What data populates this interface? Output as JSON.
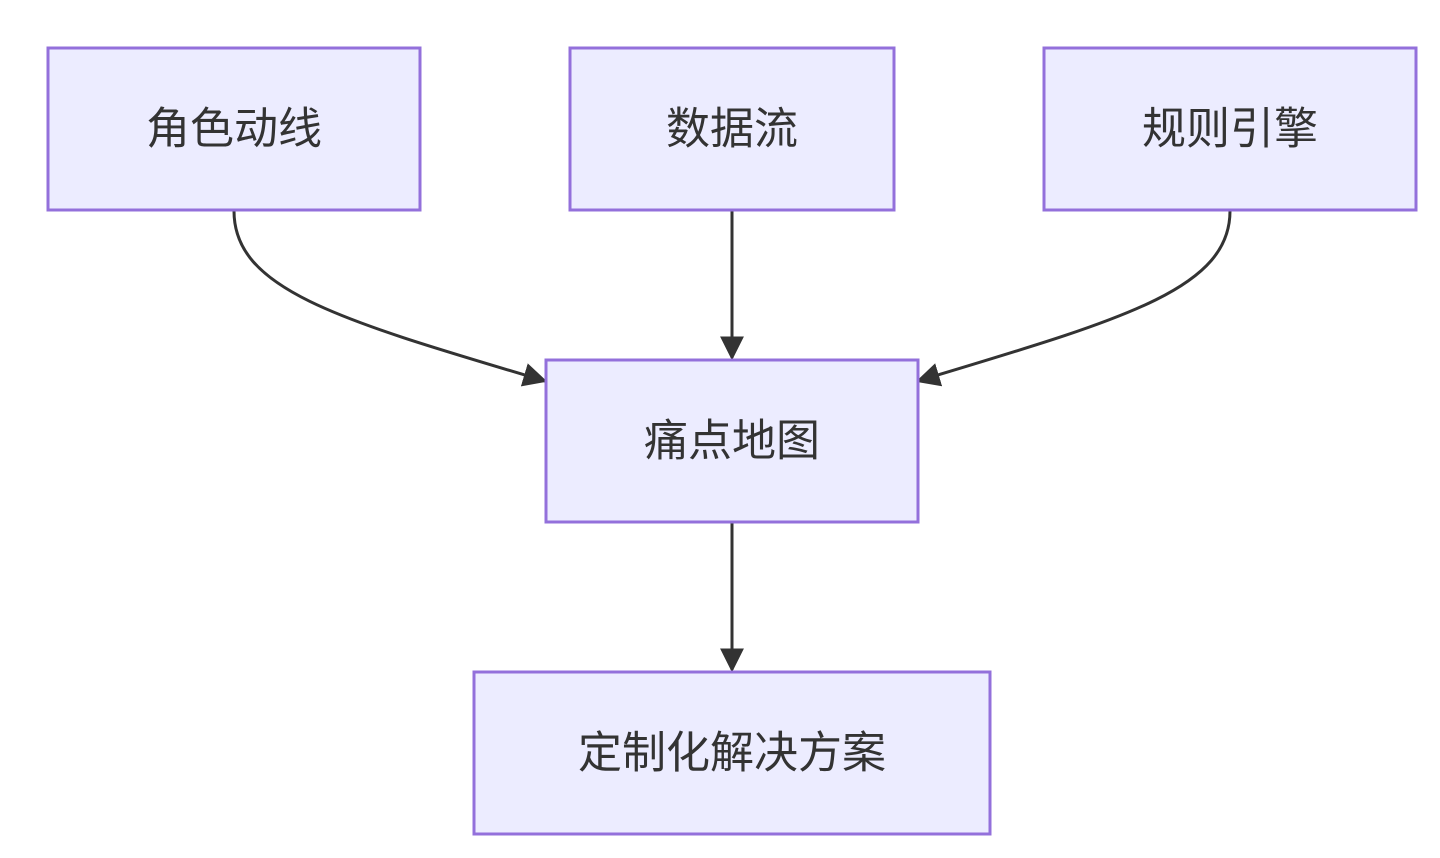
{
  "diagram": {
    "type": "flowchart",
    "direction": "top-down",
    "nodes": [
      {
        "id": "role",
        "label": "角色动线"
      },
      {
        "id": "data",
        "label": "数据流"
      },
      {
        "id": "rules",
        "label": "规则引擎"
      },
      {
        "id": "pain",
        "label": "痛点地图"
      },
      {
        "id": "solution",
        "label": "定制化解决方案"
      }
    ],
    "edges": [
      {
        "from": "role",
        "to": "pain"
      },
      {
        "from": "data",
        "to": "pain"
      },
      {
        "from": "rules",
        "to": "pain"
      },
      {
        "from": "pain",
        "to": "solution"
      }
    ],
    "colors": {
      "node_fill": "#ECECFF",
      "node_stroke": "#9370DB",
      "edge": "#333333",
      "text": "#333333"
    }
  }
}
